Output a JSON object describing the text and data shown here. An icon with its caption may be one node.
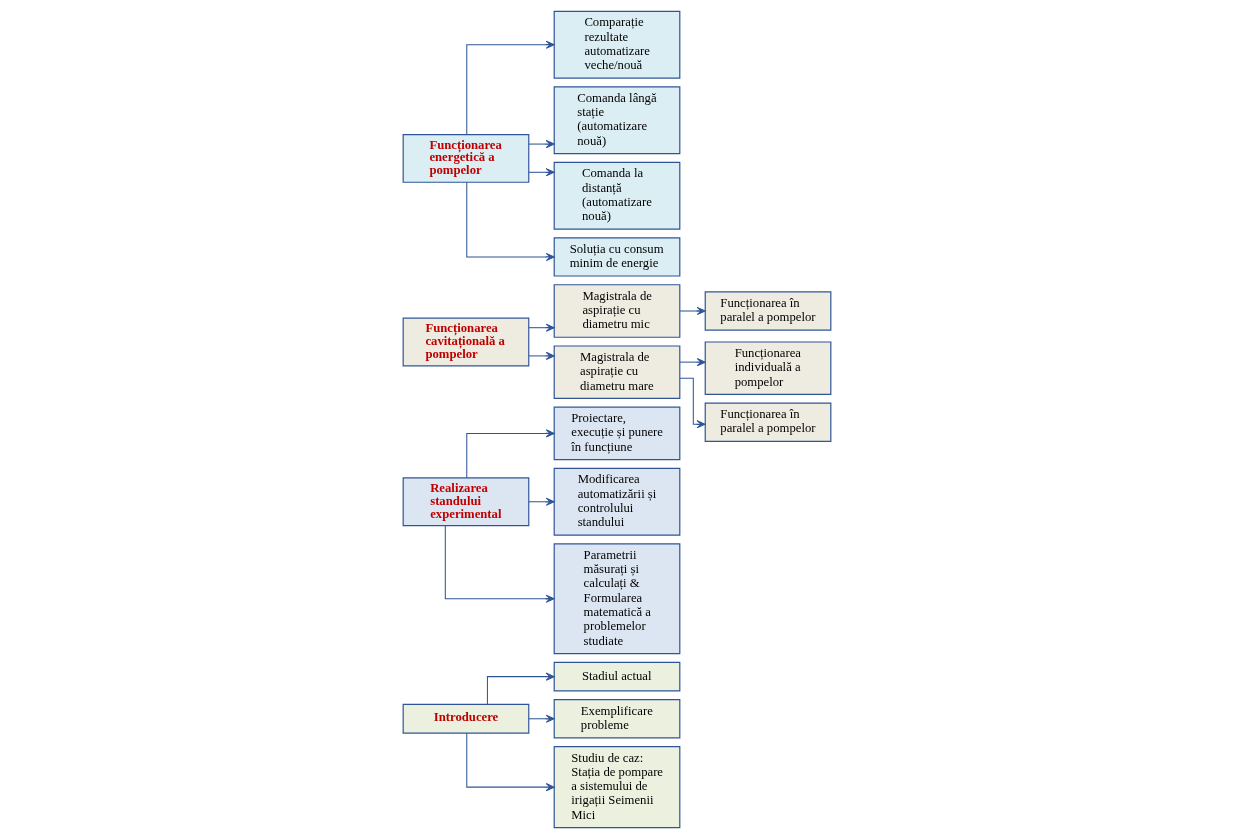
{
  "diagram": {
    "nodes": [
      {
        "text": [
          "Introducere"
        ]
      },
      {
        "text": [
          "Stadiul actual"
        ]
      },
      {
        "text": [
          "Exemplificare probleme"
        ]
      },
      {
        "text": [
          "Studiu de caz: Stația de pompare a sistemului de irigații Seimenii Mici"
        ]
      },
      {
        "text": [
          "Realizarea standului experimental"
        ]
      },
      {
        "text": [
          "Proiectare, execuție și punere în funcțiune"
        ]
      },
      {
        "text": [
          "Modificarea automatizării și controlului standului"
        ]
      },
      {
        "text": [
          "Parametrii măsurați și calculați & Formularea matematică a problemelor studiate"
        ]
      },
      {
        "text": [
          "Funcționarea cavitațională a pompelor"
        ]
      },
      {
        "text": [
          "Magistrala de aspirație cu diametru mic"
        ]
      },
      {
        "text": [
          "Funcționarea în paralel a pompelor"
        ]
      },
      {
        "text": [
          "Magistrala de aspirație cu diametru mare"
        ]
      },
      {
        "text": [
          "Funcționarea individuală a pompelor"
        ]
      },
      {
        "text": [
          "Funcționarea în paralel a pompelor"
        ]
      },
      {
        "text": [
          "Funcționarea energetică a pompelor"
        ]
      },
      {
        "text": [
          "Comparație rezultate automatizare veche/nouă"
        ]
      },
      {
        "text": [
          "Comanda lângă stație (automatizare nouă)"
        ]
      },
      {
        "text": [
          "Comanda la distanță (automatizare nouă)"
        ]
      },
      {
        "text": [
          "Soluția cu consum minim de energie"
        ]
      }
    ],
    "edges": [
      {
        "from": 0,
        "to": 1,
        "arrow": "to"
      },
      {
        "from": 0,
        "to": 2,
        "arrow": "to"
      },
      {
        "from": 0,
        "to": 3,
        "arrow": "to"
      },
      {
        "from": 4,
        "to": 5,
        "arrow": "to"
      },
      {
        "from": 4,
        "to": 6,
        "arrow": "to"
      },
      {
        "from": 4,
        "to": 7,
        "arrow": "to"
      },
      {
        "from": 8,
        "to": 9,
        "arrow": "to"
      },
      {
        "from": 9,
        "to": 10,
        "arrow": "to"
      },
      {
        "from": 8,
        "to": 11,
        "arrow": "to"
      },
      {
        "from": 11,
        "to": 12,
        "arrow": "to"
      },
      {
        "from": 11,
        "to": 13,
        "arrow": "to"
      },
      {
        "from": 14,
        "to": 15,
        "arrow": "to"
      },
      {
        "from": 14,
        "to": 16,
        "arrow": "to"
      },
      {
        "from": 14,
        "to": 17,
        "arrow": "to"
      },
      {
        "from": 14,
        "to": 18,
        "arrow": "to"
      }
    ]
  }
}
